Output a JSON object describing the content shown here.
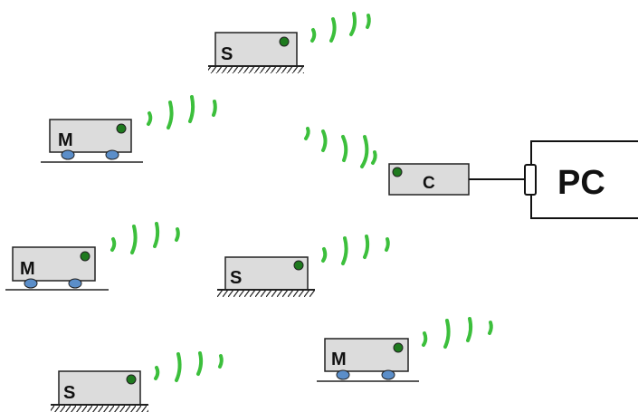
{
  "colors": {
    "box_fill": "#dcdcdc",
    "box_stroke": "#222222",
    "led": "#1e7a1e",
    "wheel": "#5b8ec9",
    "signal": "#3cbf3c",
    "line": "#111111"
  },
  "labels": {
    "slave": "S",
    "master": "M",
    "coordinator": "C",
    "pc": "PC"
  },
  "icons": {
    "signal": "wireless-signal-icon",
    "led": "status-led-icon",
    "wheel": "wheel-icon",
    "ground": "ground-hatch-icon"
  }
}
